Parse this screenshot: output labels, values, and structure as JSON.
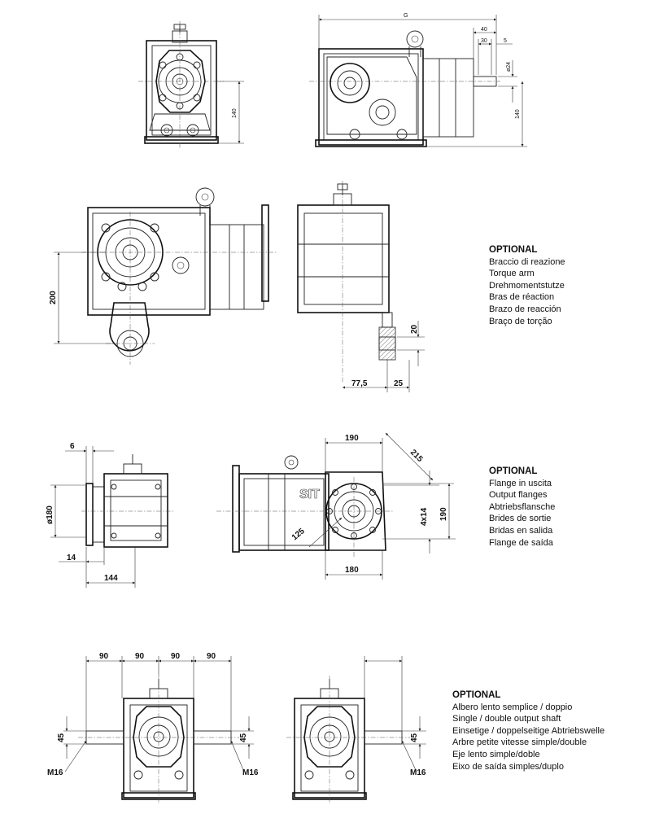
{
  "panels": [
    {
      "heading": "OPTIONAL",
      "lines": [
        "Braccio di reazione",
        "Torque arm",
        "Drehmomentstutze",
        "Bras de réaction",
        "Brazo de reacción",
        "Braço de torção"
      ]
    },
    {
      "heading": "OPTIONAL",
      "lines": [
        "Flange in uscita",
        "Output flanges",
        "Abtriebsflansche",
        "Brides de sortie",
        "Bridas en salida",
        "Flange de saída"
      ]
    },
    {
      "heading": "OPTIONAL",
      "lines": [
        "Albero lento semplice / doppio",
        "Single / double output shaft",
        "Einsetige / doppelseitige Abtriebswelle",
        "Arbre petite vitesse simple/double",
        "Eje lento simple/doble",
        "Eixo de saída simples/duplo"
      ]
    }
  ],
  "dimensions": {
    "top": {
      "g": "G",
      "d40": "40",
      "d30": "30",
      "d5": "5",
      "phi24": "ø24",
      "h140_left": "140",
      "h140_right": "140"
    },
    "torque_arm": {
      "d200": "200",
      "d20": "20",
      "d775": "77,5",
      "d25": "25"
    },
    "flange": {
      "d6": "6",
      "phi180": "ø180",
      "d14": "14",
      "d144": "144",
      "d190_top": "190",
      "d215": "215",
      "d4x14": "4x14",
      "d190_right": "190",
      "d125": "125",
      "d180": "180"
    },
    "shaft": {
      "left": {
        "d90a": "90",
        "d90b": "90",
        "d90c": "90",
        "d90d": "90",
        "d45a": "45",
        "d45b": "45",
        "m16a": "M16",
        "m16b": "M16"
      },
      "right": {
        "d45": "45",
        "m16": "M16"
      }
    },
    "brand": "SIT"
  }
}
